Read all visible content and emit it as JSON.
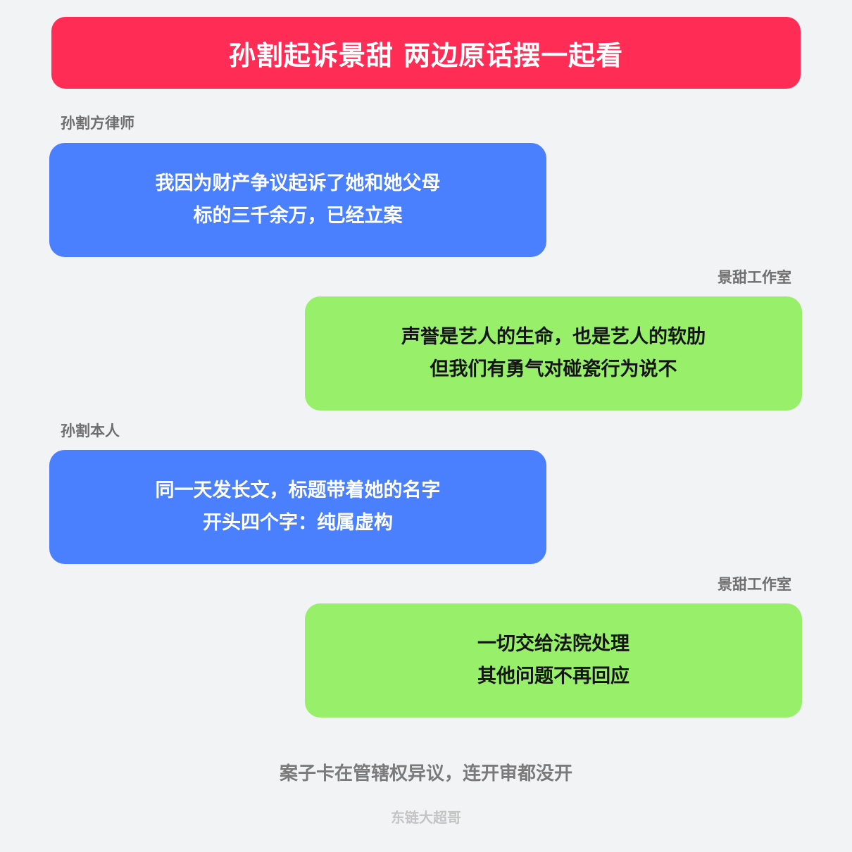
{
  "title": "孙割起诉景甜  两边原话摆一起看",
  "messages": [
    {
      "speaker": "孙割方律师",
      "lines": [
        "我因为财产争议起诉了她和她父母",
        "标的三千余万，已经立案"
      ]
    },
    {
      "speaker": "景甜工作室",
      "lines": [
        "声誉是艺人的生命，也是艺人的软肋",
        "但我们有勇气对碰瓷行为说不"
      ]
    },
    {
      "speaker": "孙割本人",
      "lines": [
        "同一天发长文，标题带着她的名字",
        "开头四个字：纯属虚构"
      ]
    },
    {
      "speaker": "景甜工作室",
      "lines": [
        "一切交给法院处理",
        "其他问题不再回应"
      ]
    }
  ],
  "caption": "案子卡在管辖权异议，连开审都没开",
  "watermark": "东链大超哥",
  "colors": {
    "title_bg": "#ff2d55",
    "left_bubble": "#4a7ffe",
    "right_bubble": "#97ef6a",
    "background": "#f2f3f5"
  }
}
